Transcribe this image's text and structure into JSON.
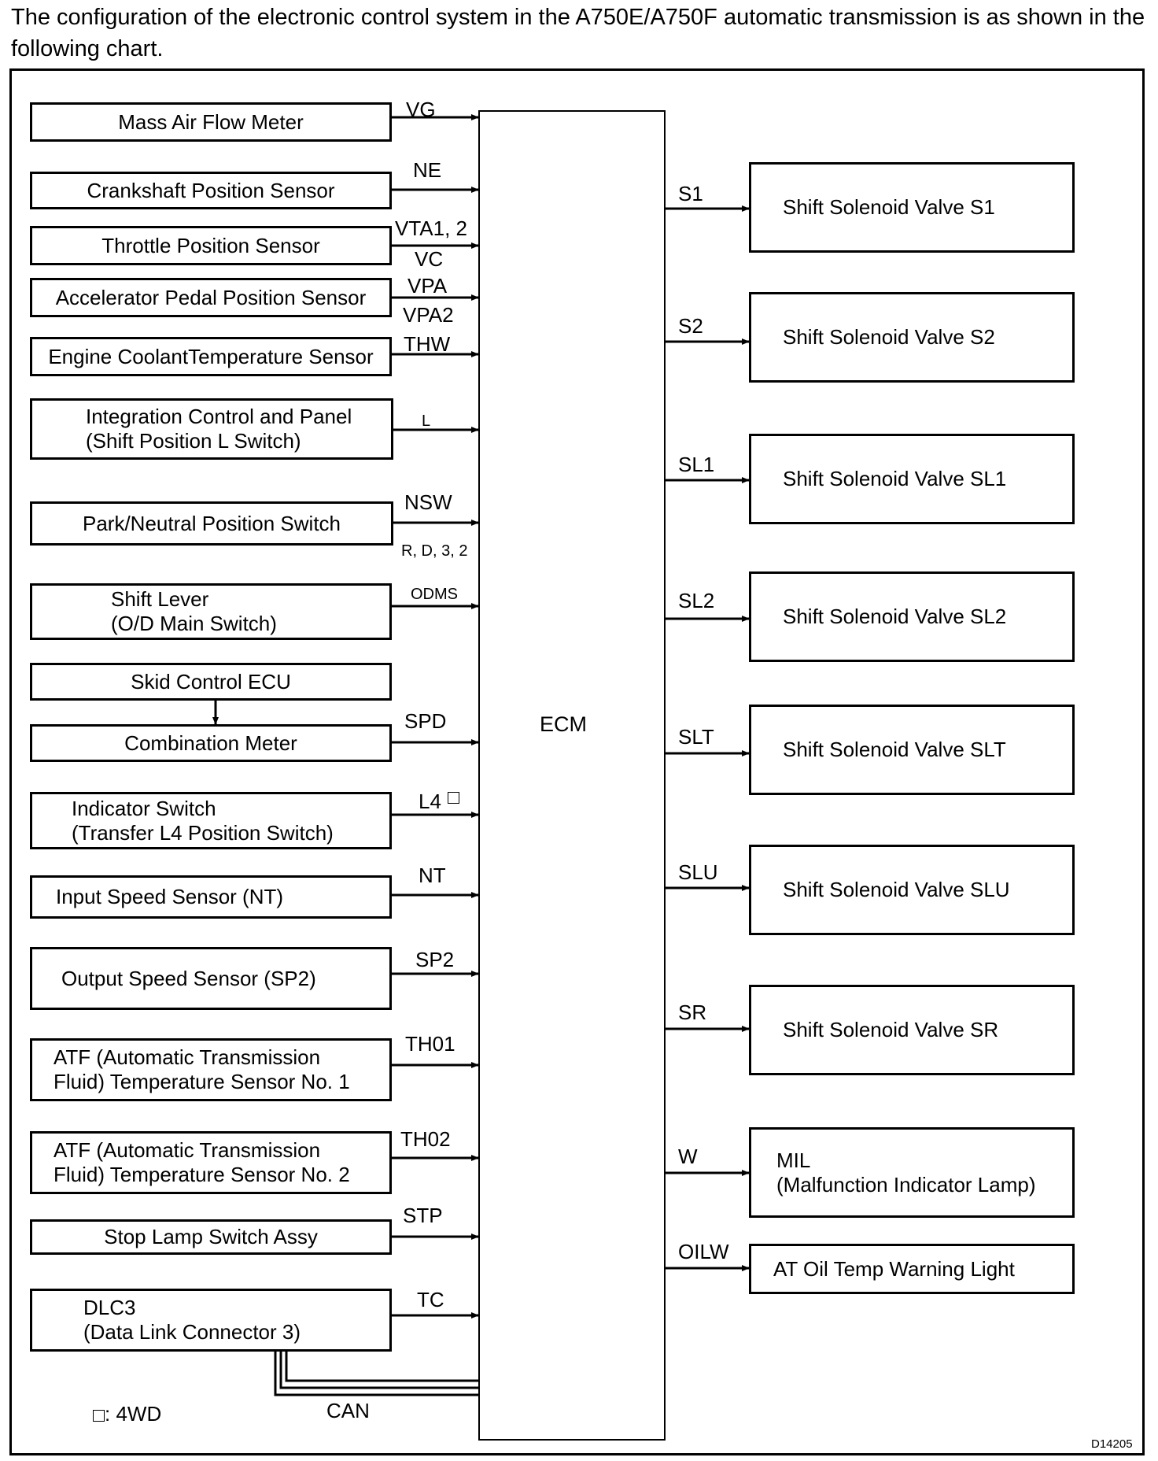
{
  "intro": "The configuration of the electronic control system in the A750E/A750F automatic transmission is as shown in the following chart.",
  "ecm": "ECM",
  "inputs": [
    {
      "lines": [
        "Mass Air Flow Meter"
      ],
      "signal": [
        "VG"
      ]
    },
    {
      "lines": [
        "Crankshaft Position Sensor"
      ],
      "signal": [
        "NE"
      ]
    },
    {
      "lines": [
        "Throttle Position Sensor"
      ],
      "signal": [
        "VTA1, 2",
        "VC"
      ]
    },
    {
      "lines": [
        "Accelerator Pedal Position Sensor"
      ],
      "signal": [
        "VPA",
        "VPA2"
      ]
    },
    {
      "lines": [
        "Engine CoolantTemperature Sensor"
      ],
      "signal": [
        "THW"
      ]
    },
    {
      "lines": [
        "Integration Control and Panel",
        "(Shift Position L Switch)"
      ],
      "signal": [
        "L"
      ]
    },
    {
      "lines": [
        "Park/Neutral Position Switch"
      ],
      "signal": [
        "NSW",
        "R, D, 3, 2"
      ]
    },
    {
      "lines": [
        "Shift Lever",
        "(O/D Main Switch)"
      ],
      "signal": [
        "ODMS"
      ]
    },
    {
      "lines": [
        "Skid Control ECU"
      ],
      "signal": []
    },
    {
      "lines": [
        "Combination Meter"
      ],
      "signal": [
        "SPD"
      ]
    },
    {
      "lines": [
        "Indicator Switch",
        "(Transfer L4 Position Switch)"
      ],
      "signal": [
        "L4"
      ]
    },
    {
      "lines": [
        "Input Speed Sensor (NT)"
      ],
      "signal": [
        "NT"
      ]
    },
    {
      "lines": [
        "Output Speed Sensor (SP2)"
      ],
      "signal": [
        "SP2"
      ]
    },
    {
      "lines": [
        "ATF (Automatic Transmission",
        "Fluid) Temperature Sensor No. 1"
      ],
      "signal": [
        "TH01"
      ]
    },
    {
      "lines": [
        "ATF (Automatic Transmission",
        "Fluid) Temperature Sensor No. 2"
      ],
      "signal": [
        "TH02"
      ]
    },
    {
      "lines": [
        "Stop Lamp Switch Assy"
      ],
      "signal": [
        "STP"
      ]
    },
    {
      "lines": [
        "DLC3",
        "(Data Link Connector 3)"
      ],
      "signal": [
        "TC"
      ]
    }
  ],
  "outputs": [
    {
      "lines": [
        "Shift Solenoid Valve S1"
      ],
      "signal": "S1"
    },
    {
      "lines": [
        "Shift Solenoid Valve S2"
      ],
      "signal": "S2"
    },
    {
      "lines": [
        "Shift Solenoid Valve SL1"
      ],
      "signal": "SL1"
    },
    {
      "lines": [
        "Shift Solenoid Valve SL2"
      ],
      "signal": "SL2"
    },
    {
      "lines": [
        "Shift Solenoid Valve SLT"
      ],
      "signal": "SLT"
    },
    {
      "lines": [
        "Shift Solenoid Valve SLU"
      ],
      "signal": "SLU"
    },
    {
      "lines": [
        "Shift Solenoid Valve SR"
      ],
      "signal": "SR"
    },
    {
      "lines": [
        "MIL",
        "(Malfunction Indicator Lamp)"
      ],
      "signal": "W"
    },
    {
      "lines": [
        "AT Oil Temp Warning Light"
      ],
      "signal": "OILW"
    }
  ],
  "can_label": "CAN",
  "legend": ": 4WD",
  "figure_code": "D14205"
}
